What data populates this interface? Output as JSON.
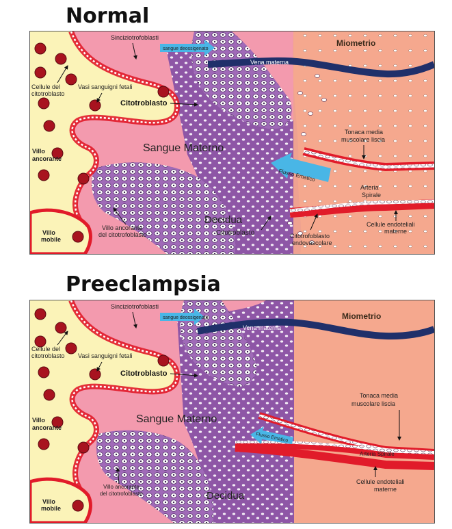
{
  "panels": [
    {
      "title": "Normal",
      "labels": {
        "sinciziotrofoblasti": "Sinciziotrofoblasti",
        "sangue_deossigenato": "sangue deossigenato",
        "miometrio": "Miometrio",
        "vena_materna": "Vena materna",
        "cellule_citotroblasto_1": "Cellule del",
        "cellule_citotroblasto_2": "citotroblasto",
        "vasi_sanguigni": "Vasi sanguigni fetali",
        "citotroblasto": "Citotroblasto",
        "sangue_materno": "Sangue Materno",
        "tonaca_1": "Tonaca media",
        "tonaca_2": "muscolare liscia",
        "villo_ancorante_1": "Villo",
        "villo_ancorante_2": "ancorante",
        "flusso_ematico": "Flusso Ematico",
        "arteria_1": "Arteria",
        "arteria_2": "Spirale",
        "decidua": "Decidua",
        "citotroblasto_2": "Citotroblasto",
        "villo_ancorante_cito_1": "Villo ancorante",
        "villo_ancorante_cito_2": "del citotrofoblasto",
        "villo_mobile_1": "Villo",
        "villo_mobile_2": "mobile",
        "endovascolare_1": "Citotrofoblasto",
        "endovascolare_2": "endovascolare",
        "endoteliali_1": "Cellule endoteliali",
        "endoteliali_2": "materne"
      }
    },
    {
      "title": "Preeclampsia",
      "labels": {
        "sinciziotrofoblasti": "Sinciziotrofoblasti",
        "sangue_deossigenato": "sangue deossigenato",
        "miometrio": "Miometrio",
        "vena_materna": "Vena materna",
        "cellule_citotroblasto_1": "Cellule del",
        "cellule_citotroblasto_2": "citotroblasto",
        "vasi_sanguigni": "Vasi sanguigni fetali",
        "citotroblasto": "Citotroblasto",
        "sangue_materno": "Sangue Materno",
        "tonaca_1": "Tonaca media",
        "tonaca_2": "muscolare liscia",
        "villo_ancorante_1": "Villo",
        "villo_ancorante_2": "ancorante",
        "flusso_ematico": "Flusso Ematico",
        "arteria_spirale": "Arteria Spirale",
        "decidua": "Decidua",
        "villo_ancorante_cito_1": "Villo ancorante",
        "villo_ancorante_cito_2": "del citotrofoblasto",
        "villo_mobile_1": "Villo",
        "villo_mobile_2": "mobile",
        "endoteliali_1": "Cellule endoteliali",
        "endoteliali_2": "materne"
      }
    }
  ],
  "colors": {
    "yellow_villus": "#fbf3b8",
    "maternal_blood": "#f39aae",
    "decidua": "#8e56a6",
    "myometrium": "#f5a88e",
    "vein": "#20306a",
    "artery_red": "#e11b2a",
    "arrow_blue": "#49b6e6",
    "fetal_vessel": "#a8131f"
  }
}
